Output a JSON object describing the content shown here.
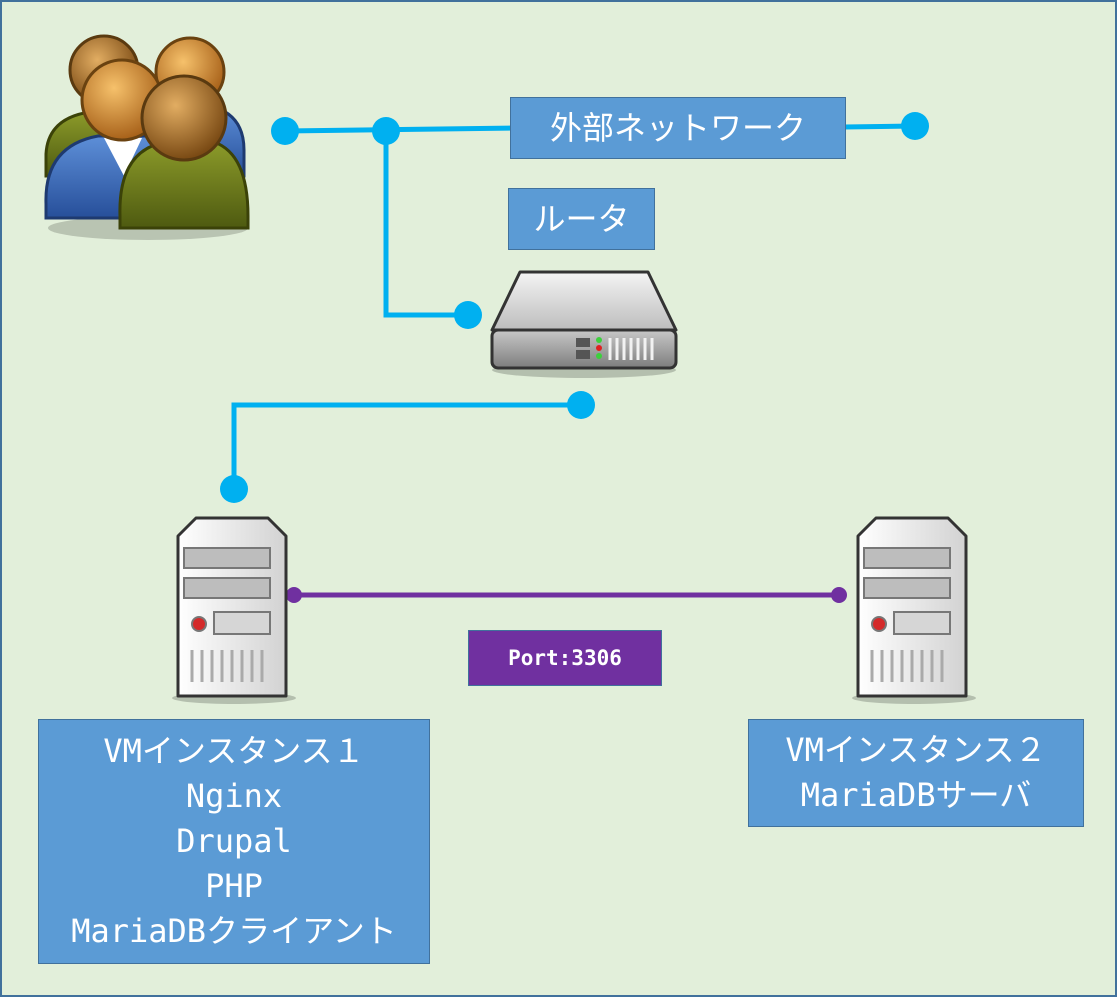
{
  "labels": {
    "external_network": "外部ネットワーク",
    "router": "ルータ",
    "port": "Port:3306",
    "vm1": [
      "VMインスタンス１",
      "Nginx",
      "Drupal",
      "PHP",
      "MariaDBクライアント"
    ],
    "vm2": [
      "VMインスタンス２",
      "MariaDBサーバ"
    ]
  },
  "icons": {
    "users": "users-group-icon",
    "router": "router-icon",
    "server1": "tower-server-icon",
    "server2": "tower-server-icon"
  },
  "colors": {
    "background": "#e2efda",
    "border": "#41719c",
    "label_fill": "#5b9bd5",
    "network_line": "#00b0f0",
    "port_line": "#7030a0"
  }
}
